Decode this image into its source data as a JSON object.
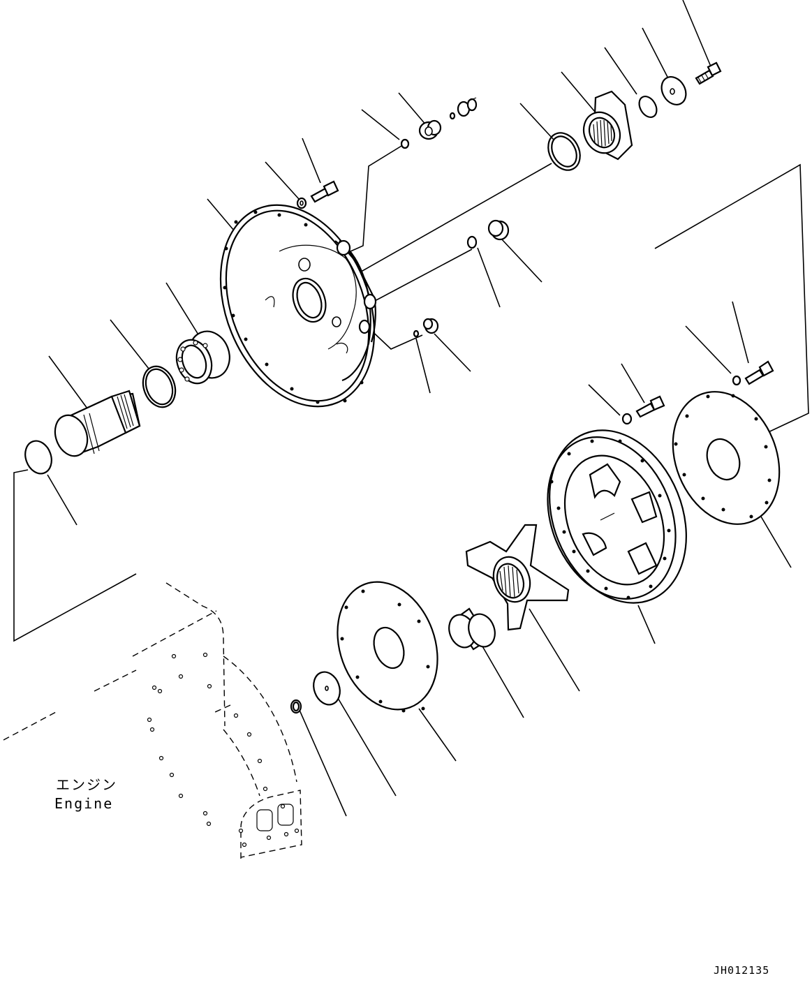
{
  "labels": {
    "engine_jp": "エンジン",
    "engine_en": "Engine",
    "doc_code": "JH012135"
  },
  "colors": {
    "line": "#000000",
    "background": "#ffffff"
  }
}
